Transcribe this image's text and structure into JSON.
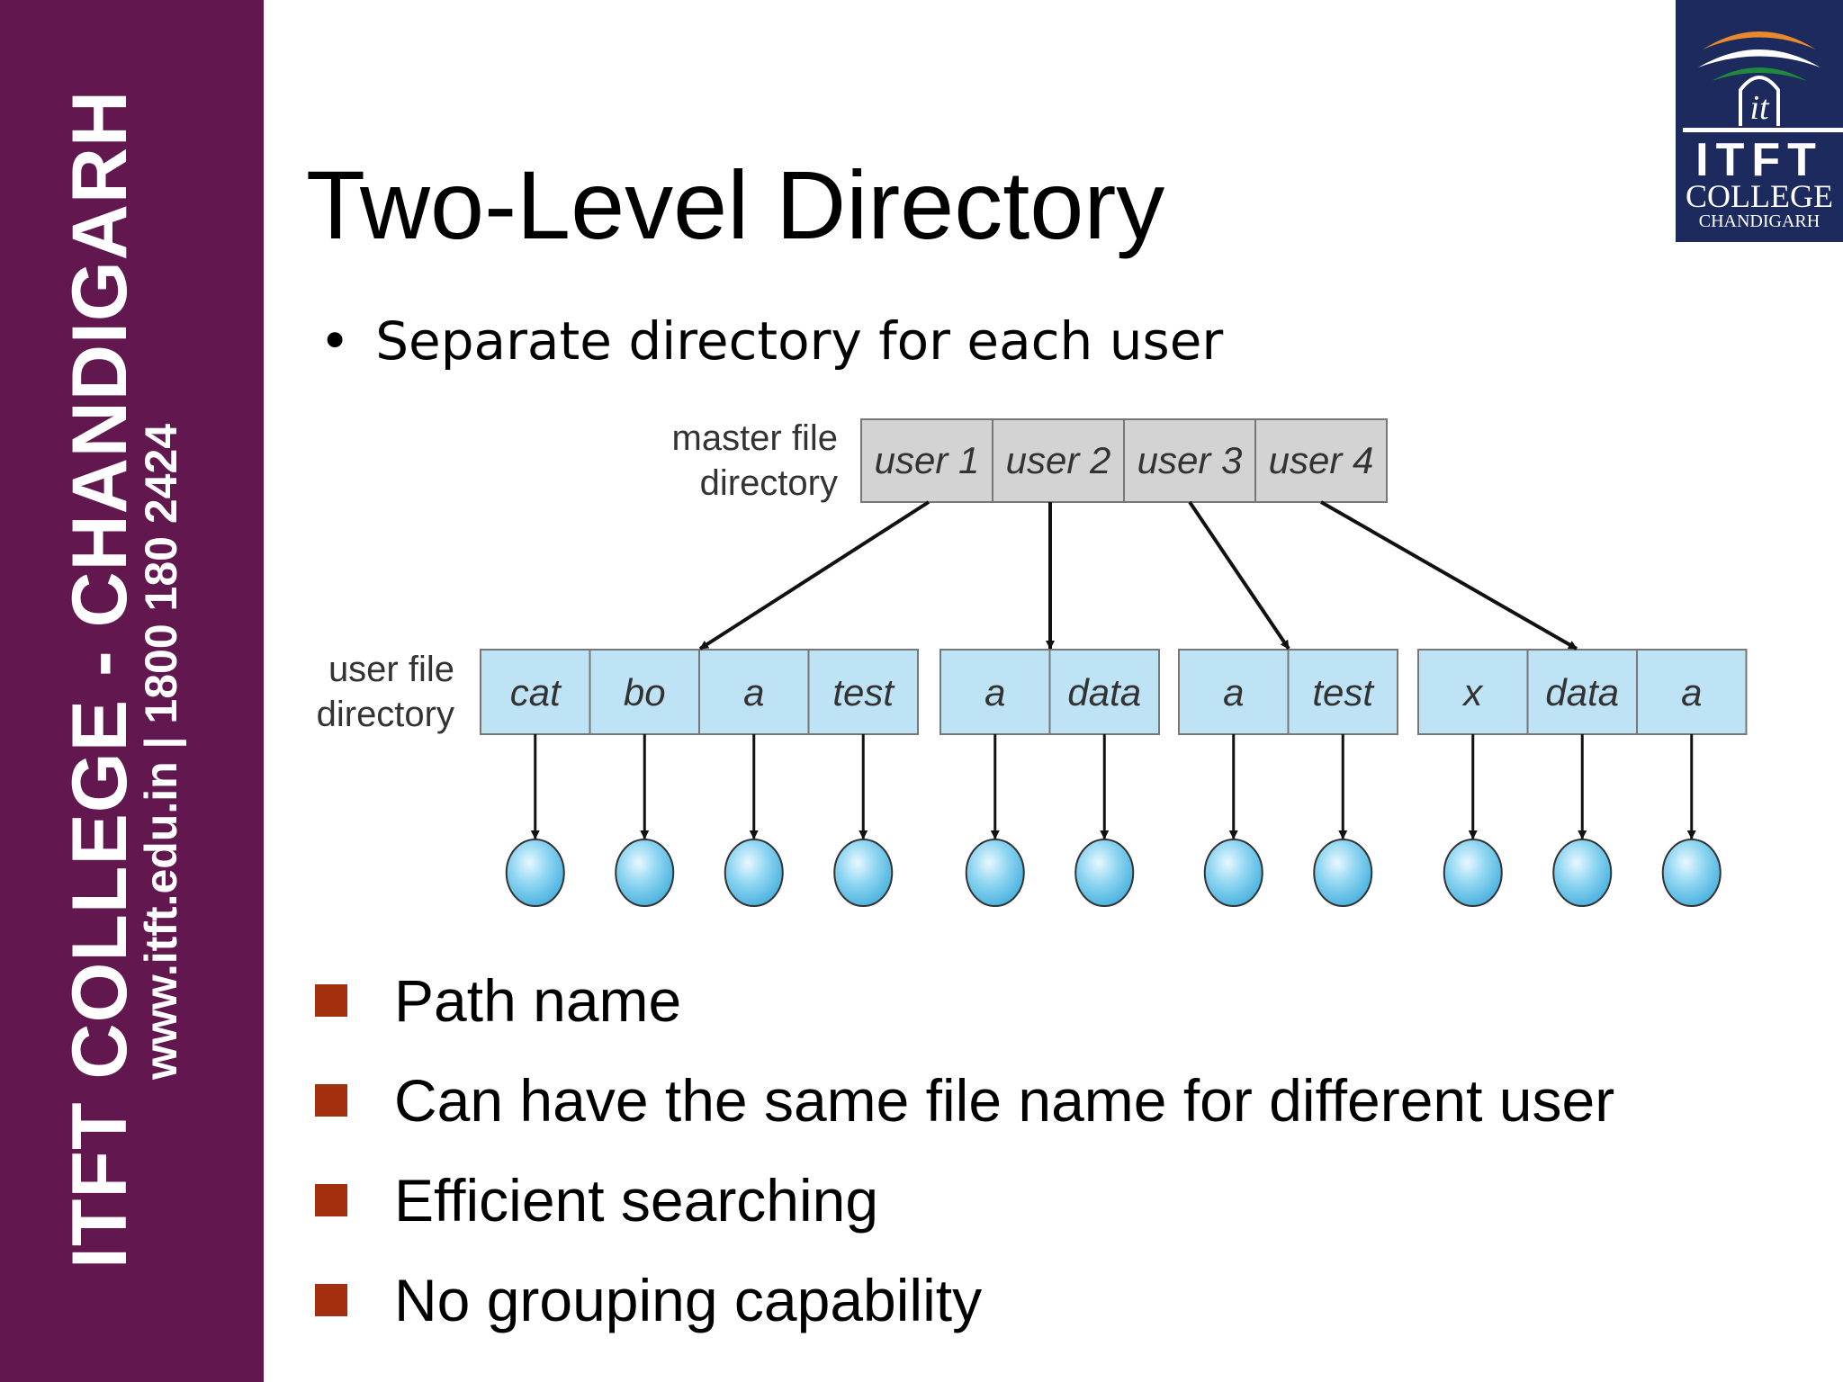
{
  "sidebar": {
    "college": "ITFT COLLEGE - CHANDIGARH",
    "contact": "www.itft.edu.in  | 1800 180 2424",
    "color": "#62184f"
  },
  "logo": {
    "line1": "ITFT",
    "line2": "COLLEGE",
    "line3": "CHANDIGARH",
    "background": "#1c2a5e"
  },
  "title": "Two-Level Directory",
  "subtitle": "Separate directory for each user",
  "diagram": {
    "master_label": [
      "master file",
      "directory"
    ],
    "user_label": [
      "user file",
      "directory"
    ],
    "master_entries": [
      "user 1",
      "user 2",
      "user 3",
      "user 4"
    ],
    "user_directories": [
      [
        "cat",
        "bo",
        "a",
        "test"
      ],
      [
        "a",
        "data"
      ],
      [
        "a",
        "test"
      ],
      [
        "x",
        "data",
        "a"
      ]
    ],
    "master_fill": "#d3d3d3",
    "user_fill": "#bde3f5"
  },
  "points": [
    "Path name",
    "Can have the same file name for different user",
    "Efficient searching",
    "No grouping capability"
  ],
  "bullet_color": "#a2300f"
}
